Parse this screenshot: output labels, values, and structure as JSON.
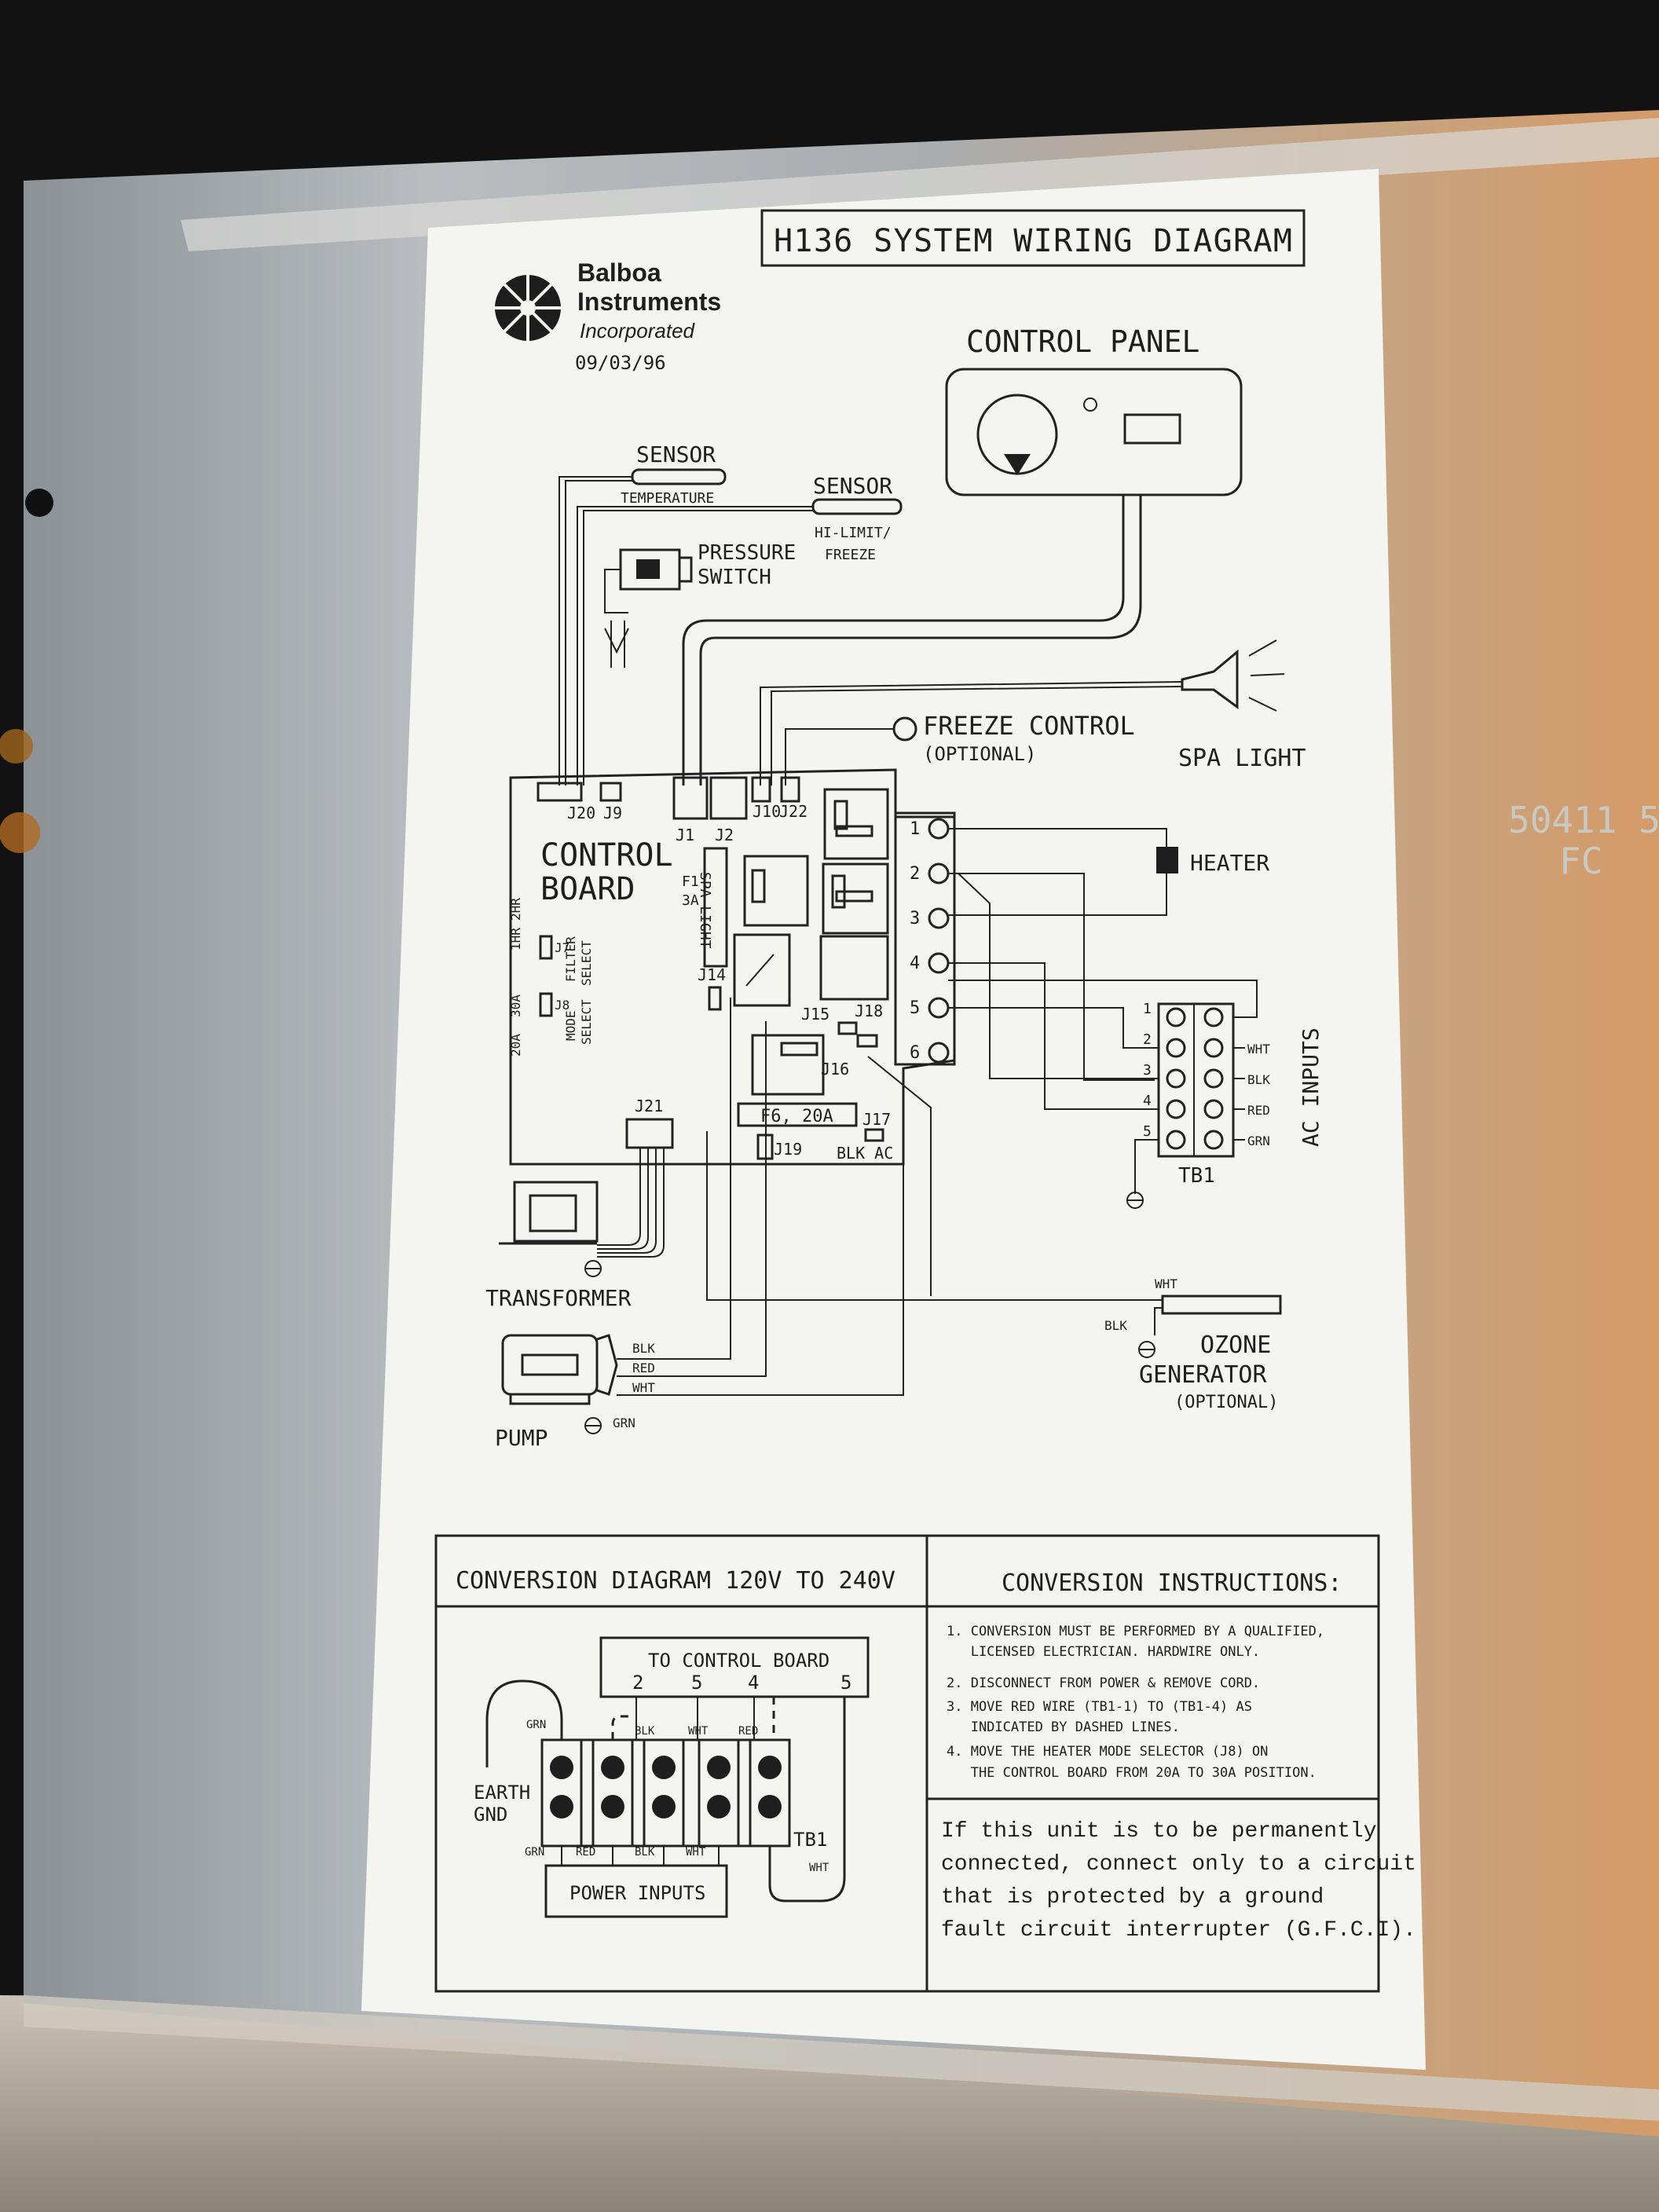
{
  "title": "H136 SYSTEM WIRING DIAGRAM",
  "brand": {
    "line1": "Balboa",
    "line2": "Instruments",
    "line3": "Incorporated",
    "date": "09/03/96"
  },
  "plate_stamp": {
    "line1": "50411 5",
    "line2": "FC"
  },
  "labels": {
    "control_panel": "CONTROL PANEL",
    "sensor_temp": "SENSOR",
    "sensor_temp_sub": "TEMPERATURE",
    "sensor_hilimit": "SENSOR",
    "sensor_hilimit_sub1": "HI-LIMIT/",
    "sensor_hilimit_sub2": "FREEZE",
    "pressure_switch1": "PRESSURE",
    "pressure_switch2": "SWITCH",
    "freeze_control": "FREEZE CONTROL",
    "freeze_optional": "(OPTIONAL)",
    "spa_light": "SPA LIGHT",
    "heater": "HEATER",
    "control_board1": "CONTROL",
    "control_board2": "BOARD",
    "ac_inputs": "AC INPUTS",
    "tb1": "TB1",
    "transformer": "TRANSFORMER",
    "pump": "PUMP",
    "ozone1": "OZONE",
    "ozone2": "GENERATOR",
    "ozone3": "(OPTIONAL)",
    "f1": "F1",
    "f1_rating": "3A",
    "spa_light_vert": "SPA LIGHT",
    "f6": "F6, 20A",
    "blk_ac": "BLK AC",
    "j_20a": "20A",
    "j_30a": "30A",
    "j_1hr": "1HR",
    "j_2hr": "2HR",
    "j_mode": "MODE",
    "j_select": "SELECT",
    "j_filter": "FILTER",
    "j_select2": "SELECT"
  },
  "connectors": [
    "J20",
    "J9",
    "J1",
    "J2",
    "J10",
    "J22",
    "J14",
    "J15",
    "J18",
    "J16",
    "J17",
    "J19",
    "J21",
    "J7",
    "J8"
  ],
  "relay_terminals": [
    "1",
    "2",
    "3",
    "4",
    "5",
    "6"
  ],
  "tb1_rows": [
    {
      "num": "1",
      "wire": ""
    },
    {
      "num": "2",
      "wire": "WHT"
    },
    {
      "num": "3",
      "wire": "BLK"
    },
    {
      "num": "4",
      "wire": "RED"
    },
    {
      "num": "5",
      "wire": "GRN"
    }
  ],
  "wire_colors": {
    "pump_blk": "BLK",
    "pump_red": "RED",
    "pump_wht": "WHT",
    "pump_grn": "GRN",
    "ozone_wht": "WHT",
    "ozone_blk": "BLK"
  },
  "conversion": {
    "diagram_title": "CONVERSION DIAGRAM 120V TO 240V",
    "to_board": "TO CONTROL BOARD",
    "top_numbers": [
      "2",
      "5",
      "4",
      "5"
    ],
    "top_wires": [
      "GRN",
      "BLK",
      "WHT",
      "RED"
    ],
    "bottom_wires": [
      "GRN",
      "RED",
      "BLK",
      "WHT"
    ],
    "earth1": "EARTH",
    "earth2": "GND",
    "tb1": "TB1",
    "tb1_wht": "WHT",
    "power_inputs": "POWER INPUTS",
    "instructions_title": "CONVERSION INSTRUCTIONS:",
    "steps": [
      "1. CONVERSION MUST BE PERFORMED BY A QUALIFIED,",
      "   LICENSED ELECTRICIAN. HARDWIRE ONLY.",
      "2. DISCONNECT FROM POWER & REMOVE CORD.",
      "3. MOVE RED WIRE (TB1-1) TO (TB1-4) AS",
      "   INDICATED BY DASHED LINES.",
      "4. MOVE THE HEATER MODE SELECTOR (J8) ON",
      "   THE CONTROL BOARD FROM 20A TO 30A POSITION."
    ],
    "gfci_note": [
      "If this unit is to be permanently",
      "connected, connect only to a circuit",
      "that is protected by a ground",
      "fault circuit interrupter (G.F.C.I)."
    ]
  },
  "colors": {
    "plate": "#9fa4a8",
    "label_paper": "#f4f4f1",
    "ink": "#1e1e1e",
    "background": "#121212",
    "warm_glow": "#c89a6c"
  }
}
